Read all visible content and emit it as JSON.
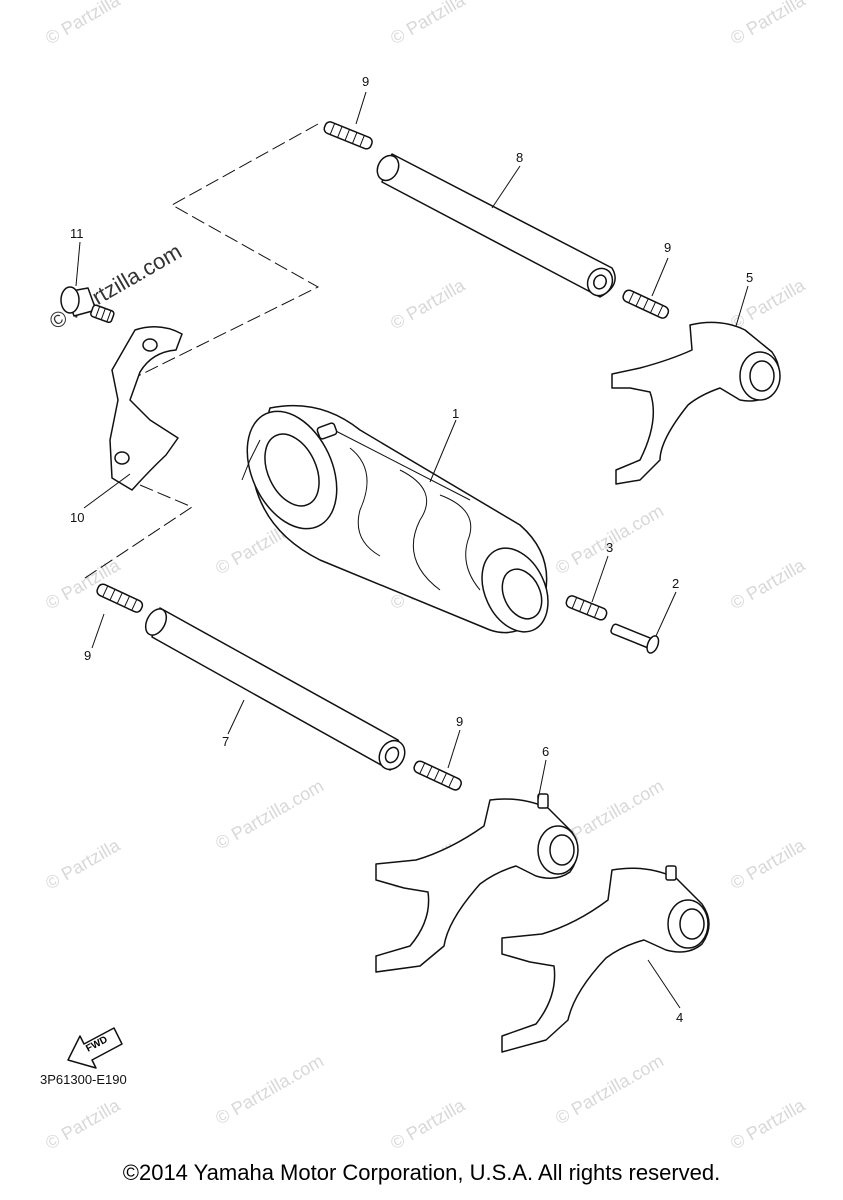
{
  "watermark": "© Partzilla",
  "watermark_url": "© Partzilla.com",
  "callouts": [
    "1",
    "2",
    "3",
    "4",
    "5",
    "6",
    "7",
    "8",
    "9",
    "10",
    "11"
  ],
  "fwd_label": "FWD",
  "diagram_code": "3P61300-E190",
  "copyright": "©2014 Yamaha Motor Corporation, U.S.A. All rights reserved."
}
